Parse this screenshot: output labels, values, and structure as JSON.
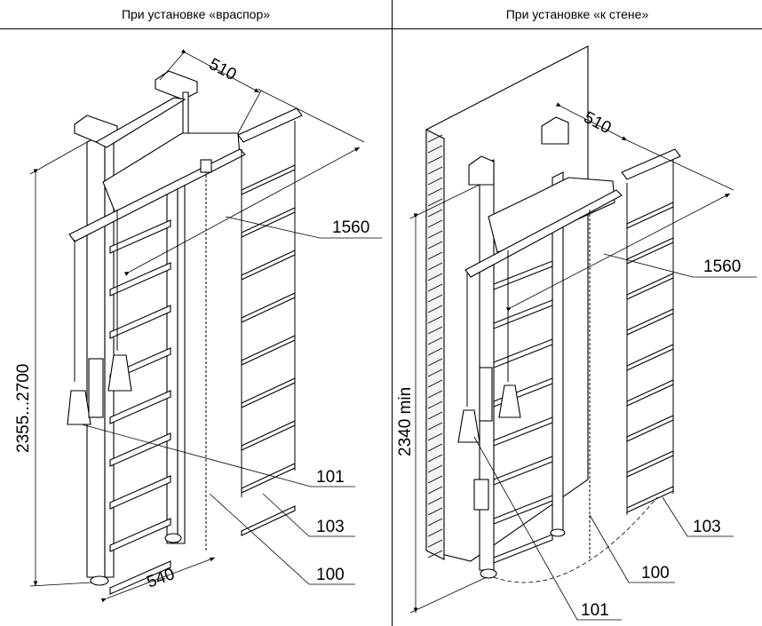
{
  "headers": {
    "left": "При установке «враспор»",
    "right": "При установке «к стене»"
  },
  "left_view": {
    "top_width": "510",
    "bottom_width": "540",
    "height": "2355...2700",
    "callouts": [
      "1560",
      "101",
      "103",
      "100"
    ]
  },
  "right_view": {
    "top_width": "510",
    "height": "2340 min",
    "callouts": [
      "1560",
      "103",
      "100",
      "101"
    ]
  }
}
